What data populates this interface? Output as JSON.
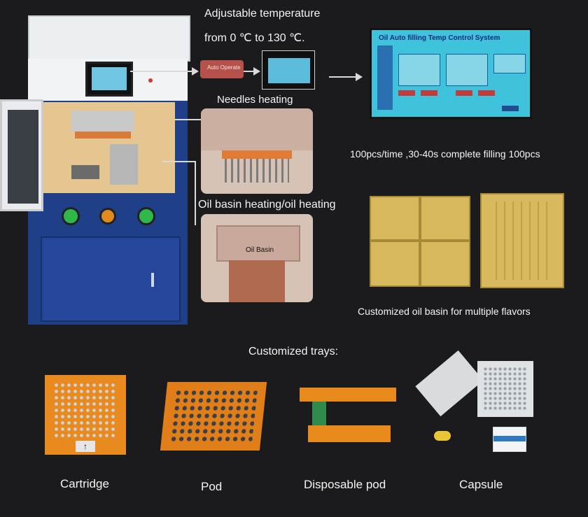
{
  "header": {
    "temp_line1": "Adjustable temperature",
    "temp_line2": "from 0 ℃ to 130 ℃."
  },
  "machine": {
    "module_label": "Auto Operate",
    "hmi_title": "Oil Auto filling Temp Control System"
  },
  "sections": {
    "needles_heating": "Needles heating",
    "capacity": "100pcs/time ,30-40s complete filling 100pcs",
    "oil_basin_heating": "Oil basin heating/oil heating",
    "oil_basin_tag": "Oil Basin",
    "custom_basin": "Customized oil basin for multiple flavors",
    "custom_trays": "Customized trays:"
  },
  "trays": [
    {
      "label": "Cartridge"
    },
    {
      "label": "Pod"
    },
    {
      "label": "Disposable pod"
    },
    {
      "label": "Capsule"
    }
  ],
  "colors": {
    "background": "#1b1b1d",
    "machine_blue": "#1f3f88",
    "tray_orange": "#e88a1e",
    "hmi_cyan": "#3fc2dc",
    "basin_gold": "#d8b95e"
  }
}
